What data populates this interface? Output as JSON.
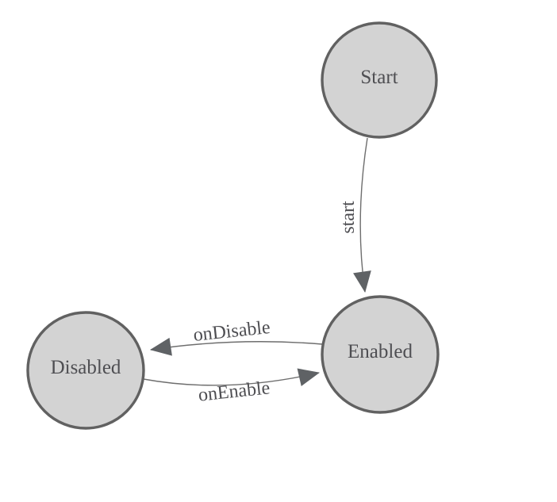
{
  "diagram": {
    "type": "state-machine",
    "nodes": [
      {
        "id": "start",
        "label": "Start"
      },
      {
        "id": "enabled",
        "label": "Enabled"
      },
      {
        "id": "disabled",
        "label": "Disabled"
      }
    ],
    "edges": [
      {
        "label": "start",
        "from": "Start",
        "to": "Enabled"
      },
      {
        "label": "onDisable",
        "from": "Enabled",
        "to": "Disabled"
      },
      {
        "label": "onEnable",
        "from": "Disabled",
        "to": "Enabled"
      }
    ]
  },
  "colors": {
    "background": "#ffffff",
    "node-fill": "#d3d3d3",
    "node-stroke": "#616161",
    "edge-stroke": "#6e6e6e",
    "arrow-fill": "#5f6265",
    "label-color": "#4e4e52"
  }
}
